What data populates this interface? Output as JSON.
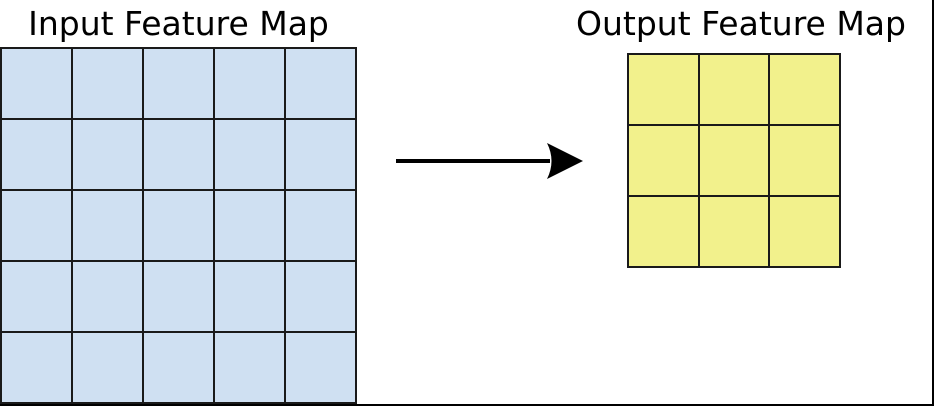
{
  "diagram": {
    "input_map": {
      "title": "Input Feature Map",
      "rows": 5,
      "cols": 5,
      "cell_color": "#cfe0f2"
    },
    "output_map": {
      "title": "Output Feature Map",
      "rows": 3,
      "cols": 3,
      "cell_color": "#f2f18c"
    },
    "colors": {
      "grid_line": "#1a1a1a",
      "arrow": "#000000",
      "background": "#ffffff",
      "frame_border": "#000000"
    }
  }
}
